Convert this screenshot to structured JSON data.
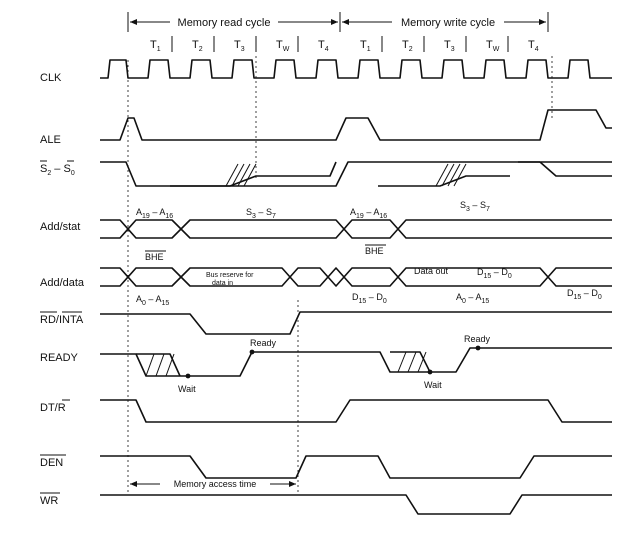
{
  "cycles": {
    "read": "Memory read cycle",
    "write": "Memory write cycle"
  },
  "t_states_read": [
    {
      "main": "T",
      "sub": "1"
    },
    {
      "main": "T",
      "sub": "2"
    },
    {
      "main": "T",
      "sub": "3"
    },
    {
      "main": "T",
      "sub": "W"
    },
    {
      "main": "T",
      "sub": "4"
    }
  ],
  "t_states_write": [
    {
      "main": "T",
      "sub": "1"
    },
    {
      "main": "T",
      "sub": "2"
    },
    {
      "main": "T",
      "sub": "3"
    },
    {
      "main": "T",
      "sub": "W"
    },
    {
      "main": "T",
      "sub": "4"
    }
  ],
  "signals": {
    "clk": "CLK",
    "ale": "ALE",
    "s2": "S",
    "s2_sub": "2",
    "dash": " – ",
    "s0": "S",
    "s0_sub": "0",
    "add_stat": "Add/stat",
    "add_data": "Add/data",
    "rd_inta": "RD/INTA",
    "ready": "READY",
    "dt_r_main": "DT/",
    "dt_r_r": "R",
    "den": "DEN",
    "wr": "WR"
  },
  "bus_labels": {
    "read_a19": "A",
    "read_a19_sub": "19",
    "read_a16": "A",
    "read_a16_sub": "16",
    "read_s3": "S",
    "read_s3_sub": "3",
    "read_s7": "S",
    "read_s7_sub": "7",
    "write_a19": "A",
    "write_a19_sub": "19",
    "write_a16": "A",
    "write_a16_sub": "16",
    "write_s3": "S",
    "write_s3_sub": "3",
    "write_s7": "S",
    "write_s7_sub": "7",
    "bhe_read": "BHE",
    "bhe_write": "BHE",
    "bus_reserve_1": "Bus reserve for",
    "bus_reserve_2": "data in",
    "data_out": "Data out",
    "d15_d0_write": {
      "a": "D",
      "a_sub": "15",
      "b": "D",
      "b_sub": "0"
    },
    "a0_a15_read": {
      "a": "A",
      "a_sub": "0",
      "b": "A",
      "b_sub": "15"
    },
    "d15_d0_read": {
      "a": "D",
      "a_sub": "15",
      "b": "D",
      "b_sub": "0"
    },
    "a0_a15_write": {
      "a": "A",
      "a_sub": "0",
      "b": "A",
      "b_sub": "15"
    },
    "d15_d0_end": {
      "a": "D",
      "a_sub": "15",
      "b": "D",
      "b_sub": "0"
    }
  },
  "annotations": {
    "ready_1": "Ready",
    "wait_1": "Wait",
    "ready_2": "Ready",
    "wait_2": "Wait",
    "access_time": "Memory access time"
  }
}
